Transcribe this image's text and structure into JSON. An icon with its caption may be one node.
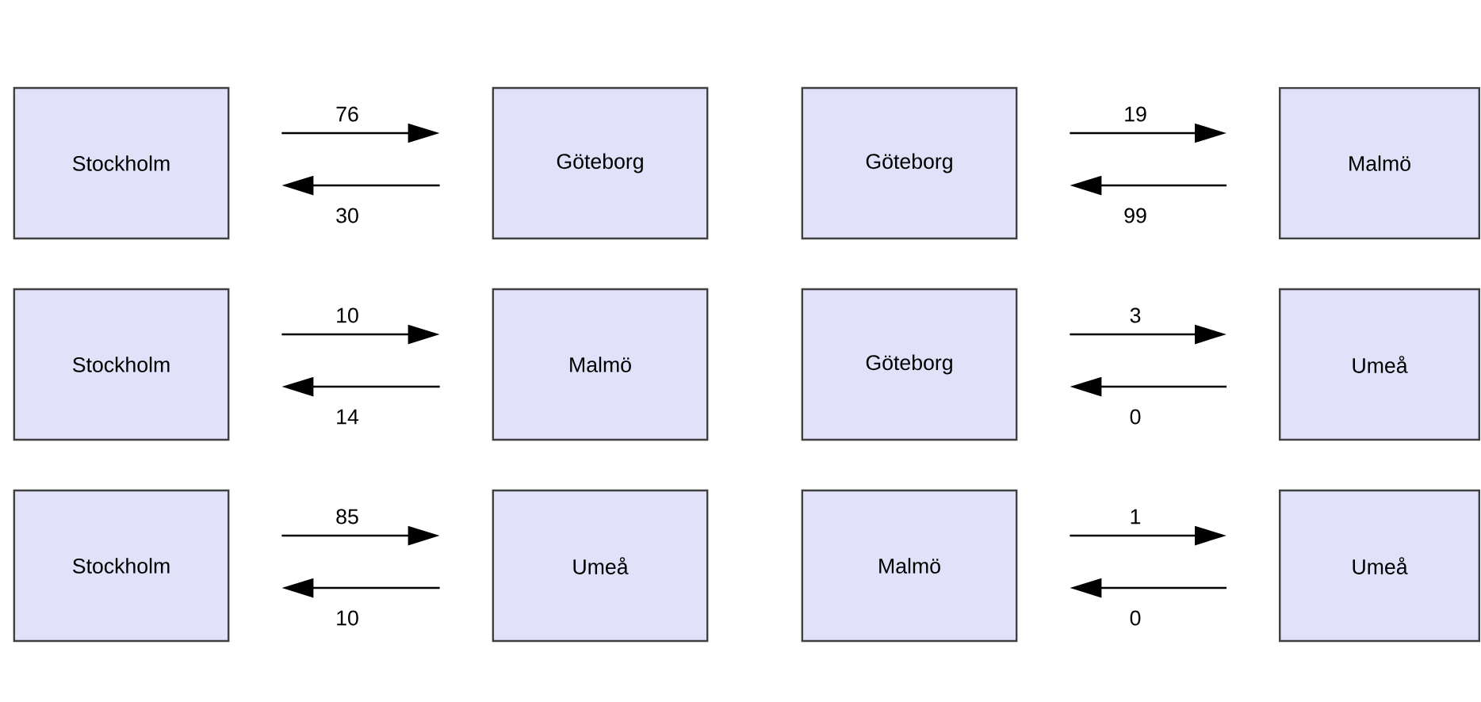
{
  "diagram": {
    "nodes": [
      {
        "text": [
          "Stockholm"
        ]
      },
      {
        "text": [
          "Göteborg"
        ]
      },
      {
        "text": [
          "Göteborg"
        ]
      },
      {
        "text": [
          "Malmö"
        ]
      },
      {
        "text": [
          "Stockholm"
        ]
      },
      {
        "text": [
          "Malmö"
        ]
      },
      {
        "text": [
          "Göteborg"
        ]
      },
      {
        "text": [
          "Umeå"
        ]
      },
      {
        "text": [
          "Stockholm"
        ]
      },
      {
        "text": [
          "Umeå"
        ]
      },
      {
        "text": [
          "Malmö"
        ]
      },
      {
        "text": [
          "Umeå"
        ]
      }
    ],
    "edges": [
      {
        "from": 0,
        "to": 1,
        "arrow": "to",
        "label": "76"
      },
      {
        "from": 1,
        "to": 0,
        "arrow": "to",
        "label": "30"
      },
      {
        "from": 2,
        "to": 3,
        "arrow": "to",
        "label": "19"
      },
      {
        "from": 3,
        "to": 2,
        "arrow": "to",
        "label": "99"
      },
      {
        "from": 4,
        "to": 5,
        "arrow": "to",
        "label": "10"
      },
      {
        "from": 5,
        "to": 4,
        "arrow": "to",
        "label": "14"
      },
      {
        "from": 6,
        "to": 7,
        "arrow": "to",
        "label": "3"
      },
      {
        "from": 7,
        "to": 6,
        "arrow": "to",
        "label": "0"
      },
      {
        "from": 8,
        "to": 9,
        "arrow": "to",
        "label": "85"
      },
      {
        "from": 9,
        "to": 8,
        "arrow": "to",
        "label": "10"
      },
      {
        "from": 10,
        "to": 11,
        "arrow": "to",
        "label": "1"
      },
      {
        "from": 11,
        "to": 10,
        "arrow": "to",
        "label": "0"
      }
    ]
  }
}
